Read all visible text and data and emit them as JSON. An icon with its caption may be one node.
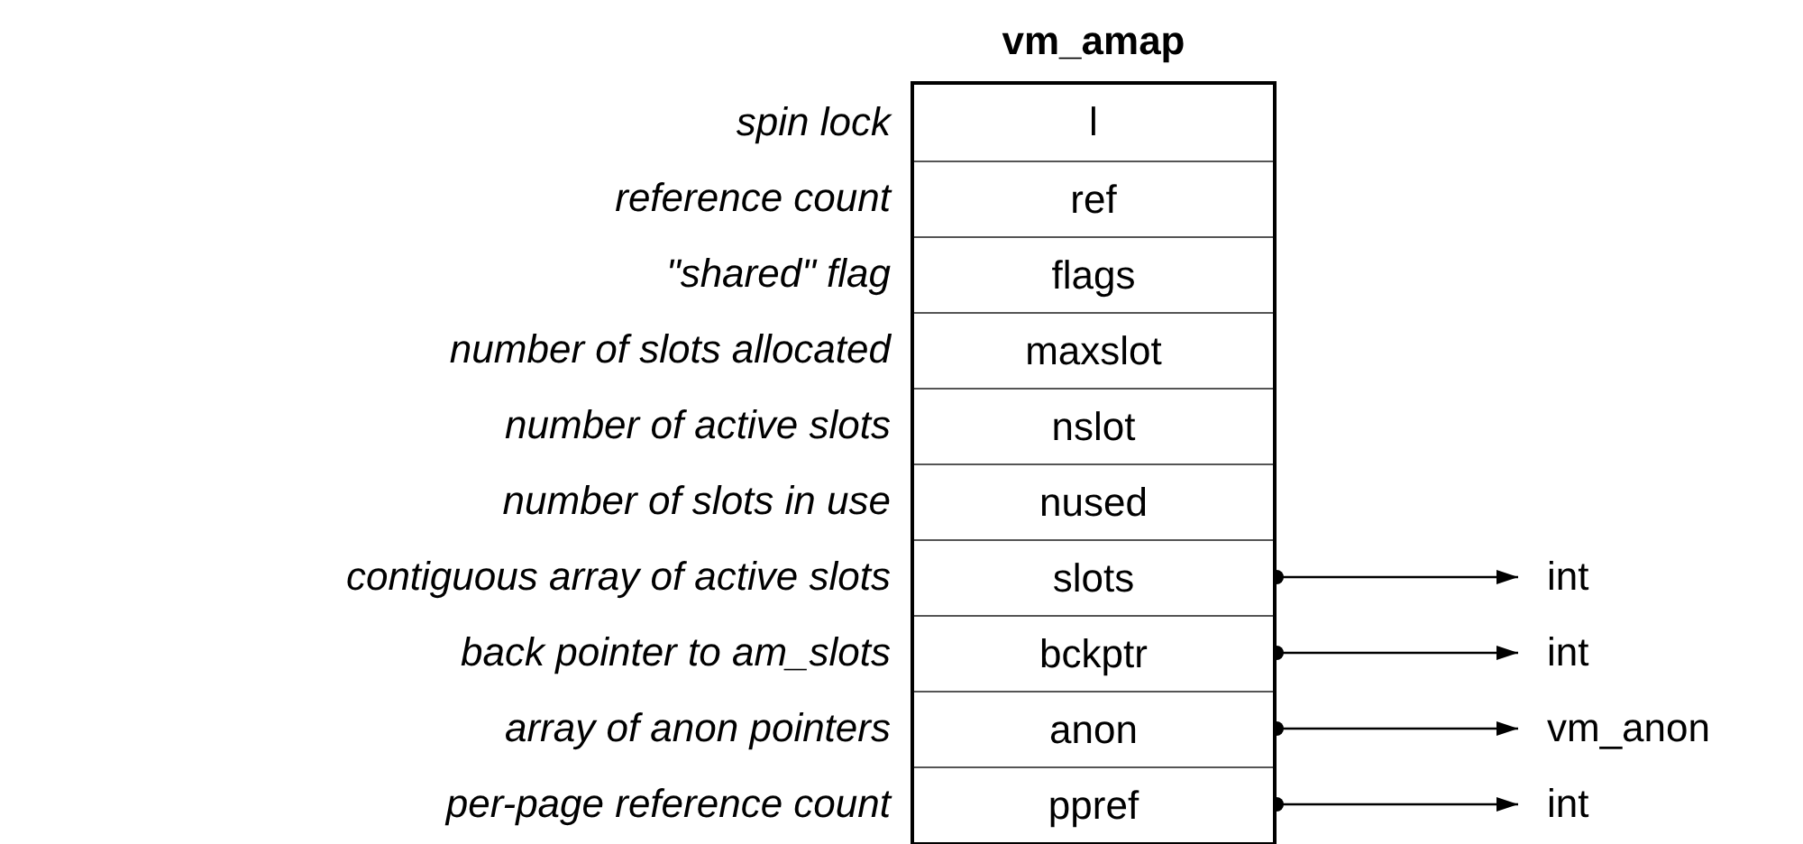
{
  "diagram": {
    "nodes": [
      {
        "text": [
          "vm_amap"
        ]
      },
      {
        "text": [
          "l"
        ],
        "in": 0
      },
      {
        "text": [
          "ref"
        ],
        "in": 0,
        "beside": [
          "reference count"
        ]
      },
      {
        "text": [
          "flags"
        ],
        "in": 0,
        "beside": [
          "\"shared\" flag"
        ]
      },
      {
        "text": [
          "maxslot"
        ],
        "in": 0,
        "beside": [
          "number of slots allocated"
        ]
      },
      {
        "text": [
          "nslot"
        ],
        "in": 0,
        "beside": [
          "number of active slots"
        ]
      },
      {
        "text": [
          "nused"
        ],
        "in": 0,
        "beside": [
          "number of slots in use"
        ]
      },
      {
        "text": [
          "slots"
        ],
        "in": 0,
        "beside": [
          "contiguous array of active slots"
        ]
      },
      {
        "text": [
          "bckptr"
        ],
        "in": 0,
        "beside": [
          "back pointer to am_slots"
        ]
      },
      {
        "text": [
          "anon"
        ],
        "in": 0,
        "beside": [
          "array of anon pointers"
        ]
      },
      {
        "text": [
          "ppref"
        ],
        "in": 0,
        "beside": [
          "per-page reference count"
        ]
      },
      {
        "text": [
          "int"
        ]
      },
      {
        "text": [
          "int"
        ]
      },
      {
        "text": [
          "vm_anon"
        ]
      },
      {
        "text": [
          "int"
        ]
      }
    ],
    "edges": [
      {
        "from": 7,
        "to": 11,
        "arrow": "to"
      },
      {
        "from": 8,
        "to": 12,
        "arrow": "to"
      },
      {
        "from": 9,
        "to": 13,
        "arrow": "to"
      },
      {
        "from": 10,
        "to": 14,
        "arrow": "to"
      }
    ],
    "labels": [
      "spin lock"
    ]
  }
}
